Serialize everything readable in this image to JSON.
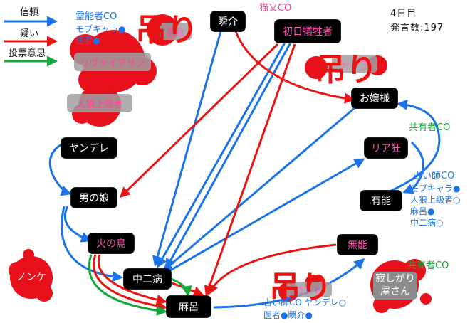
{
  "legend": {
    "trust": "信頼",
    "doubt": "疑い",
    "vote": "投票意思",
    "colors": {
      "trust": "#1a73e8",
      "doubt": "#e81515",
      "vote": "#16a83a"
    }
  },
  "status": {
    "day": "4日目",
    "posts": "発言数:197"
  },
  "hang_mark": "吊り",
  "nodes": {
    "shunsuke": "瞬介",
    "first_victim": "初日犠牲者",
    "ojousama": "お嬢様",
    "riakyou": "リア狂",
    "yuunou": "有能",
    "munou": "無能",
    "yandere": "ヤンデレ",
    "otokonoko": "男の娘",
    "hinotori": "火の鳥",
    "chuunibyou": "中二病",
    "maro": "麻呂"
  },
  "dead": {
    "revaiasan": "リヴァイアサン",
    "jinrou_joukyuusha": "人狼上級者",
    "nonke": "ノンケ",
    "sabishigariya": "寂しがり\n屋さん",
    "tsuri_top": "医者",
    "tsuri_right": "セキラ",
    "tsuri_bottom": "コンセ"
  },
  "annotations": {
    "nekomata_co": "猫又CO",
    "reinousha_co": "霊能者CO",
    "mobukyara": "モブキャラ●",
    "isha": "医者●",
    "kyouyuusha_co_1": "共有者CO",
    "uranaishi_co": "占い師CO",
    "mobukyara_2": "モブキャラ●",
    "jinrou_joukyuusha_2": "人狼上級者○",
    "maro_2": "麻呂●",
    "chuunibyou_2": "中二病○",
    "kyouyuusha_co_2": "共有者CO",
    "uranaishi_co_2": "占い師CO ヤンデレ○",
    "isha_shunsuke": "医者●瞬介●"
  }
}
